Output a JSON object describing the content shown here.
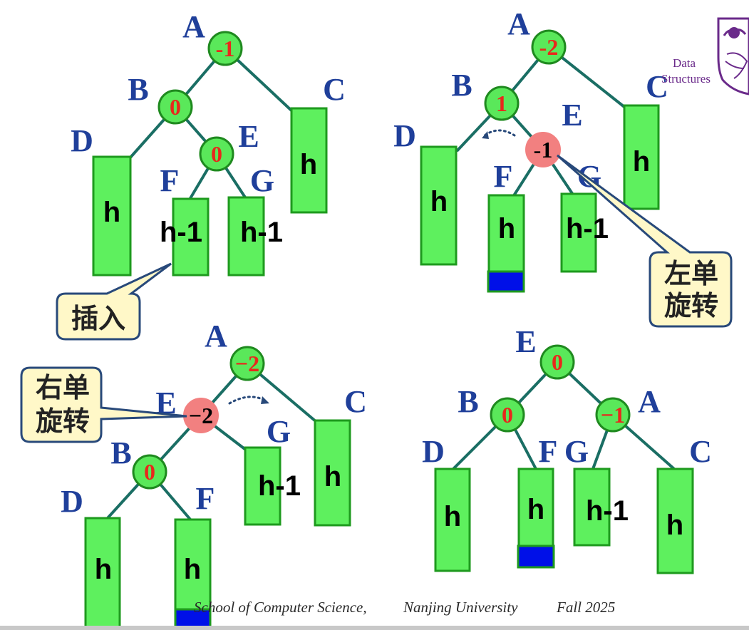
{
  "diagrams": {
    "d1": {
      "labels": {
        "A": "A",
        "B": "B",
        "C": "C",
        "D": "D",
        "E": "E",
        "F": "F",
        "G": "G"
      },
      "bf": {
        "A": "-1",
        "B": "0",
        "E": "0"
      },
      "heights": {
        "D": "h",
        "F": "h-1",
        "G": "h-1",
        "C": "h"
      },
      "callout": "插入"
    },
    "d2": {
      "labels": {
        "A": "A",
        "B": "B",
        "C": "C",
        "D": "D",
        "E": "E",
        "F": "F",
        "G": "G"
      },
      "bf": {
        "A": "-2",
        "B": "1",
        "E": "-1"
      },
      "heights": {
        "D": "h",
        "F": "h",
        "G": "h-1",
        "C": "h"
      },
      "callout_line1": "左单",
      "callout_line2": "旋转"
    },
    "d3": {
      "labels": {
        "A": "A",
        "B": "B",
        "C": "C",
        "D": "D",
        "E": "E",
        "F": "F",
        "G": "G"
      },
      "bf": {
        "A": "−2",
        "E": "−2",
        "B": "0"
      },
      "heights": {
        "D": "h",
        "F": "h",
        "G": "h-1",
        "C": "h"
      },
      "callout_line1": "右单",
      "callout_line2": "旋转"
    },
    "d4": {
      "labels": {
        "A": "A",
        "B": "B",
        "C": "C",
        "D": "D",
        "E": "E",
        "F": "F",
        "G": "G"
      },
      "bf": {
        "E": "0",
        "B": "0",
        "A": "−1"
      },
      "heights": {
        "D": "h",
        "F": "h",
        "G": "h-1",
        "C": "h"
      }
    }
  },
  "logo": {
    "line1": "Data",
    "line2": "Structures"
  },
  "footer": {
    "school": "School of Computer Science,",
    "university": "Nanjing University",
    "term": "Fall  2025"
  },
  "colors": {
    "node_fill": "#5ae85a",
    "rotating_node_fill": "#f28080",
    "subtree_fill": "#5ef05e",
    "inserted_block": "#0010e8",
    "label_blue": "#1f3f9a",
    "balance_red": "#e8281c",
    "callout_fill": "#fff8c8"
  }
}
